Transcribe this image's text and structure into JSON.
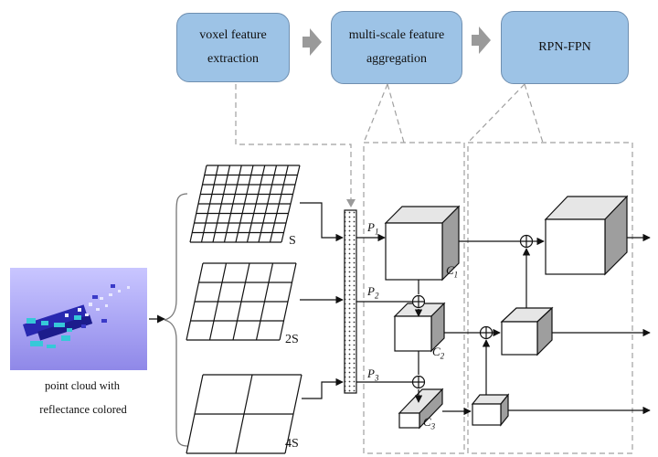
{
  "stages": [
    {
      "label": "voxel feature\nextraction"
    },
    {
      "label": "multi-scale feature\naggregation"
    },
    {
      "label": "RPN-FPN"
    }
  ],
  "input": {
    "caption_line1": "point cloud with",
    "caption_line2": "reflectance colored"
  },
  "grids": [
    {
      "label": "S",
      "cells": 8
    },
    {
      "label": "2S",
      "cells": 4
    },
    {
      "label": "4S",
      "cells": 2
    }
  ],
  "aggregation": {
    "p_labels": [
      {
        "main": "P",
        "sub": "1"
      },
      {
        "main": "P",
        "sub": "2"
      },
      {
        "main": "P",
        "sub": "3"
      }
    ],
    "c_labels": [
      {
        "main": "C",
        "sub": "1"
      },
      {
        "main": "C",
        "sub": "2"
      },
      {
        "main": "C",
        "sub": "3"
      }
    ]
  },
  "colors": {
    "box_fill": "#9dc3e6",
    "box_border": "#6f8fb0",
    "arrow_gray": "#9a9a9a",
    "cube_side": "#9e9e9e",
    "cube_top": "#e6e6e6",
    "dashed": "#a0a0a0"
  }
}
